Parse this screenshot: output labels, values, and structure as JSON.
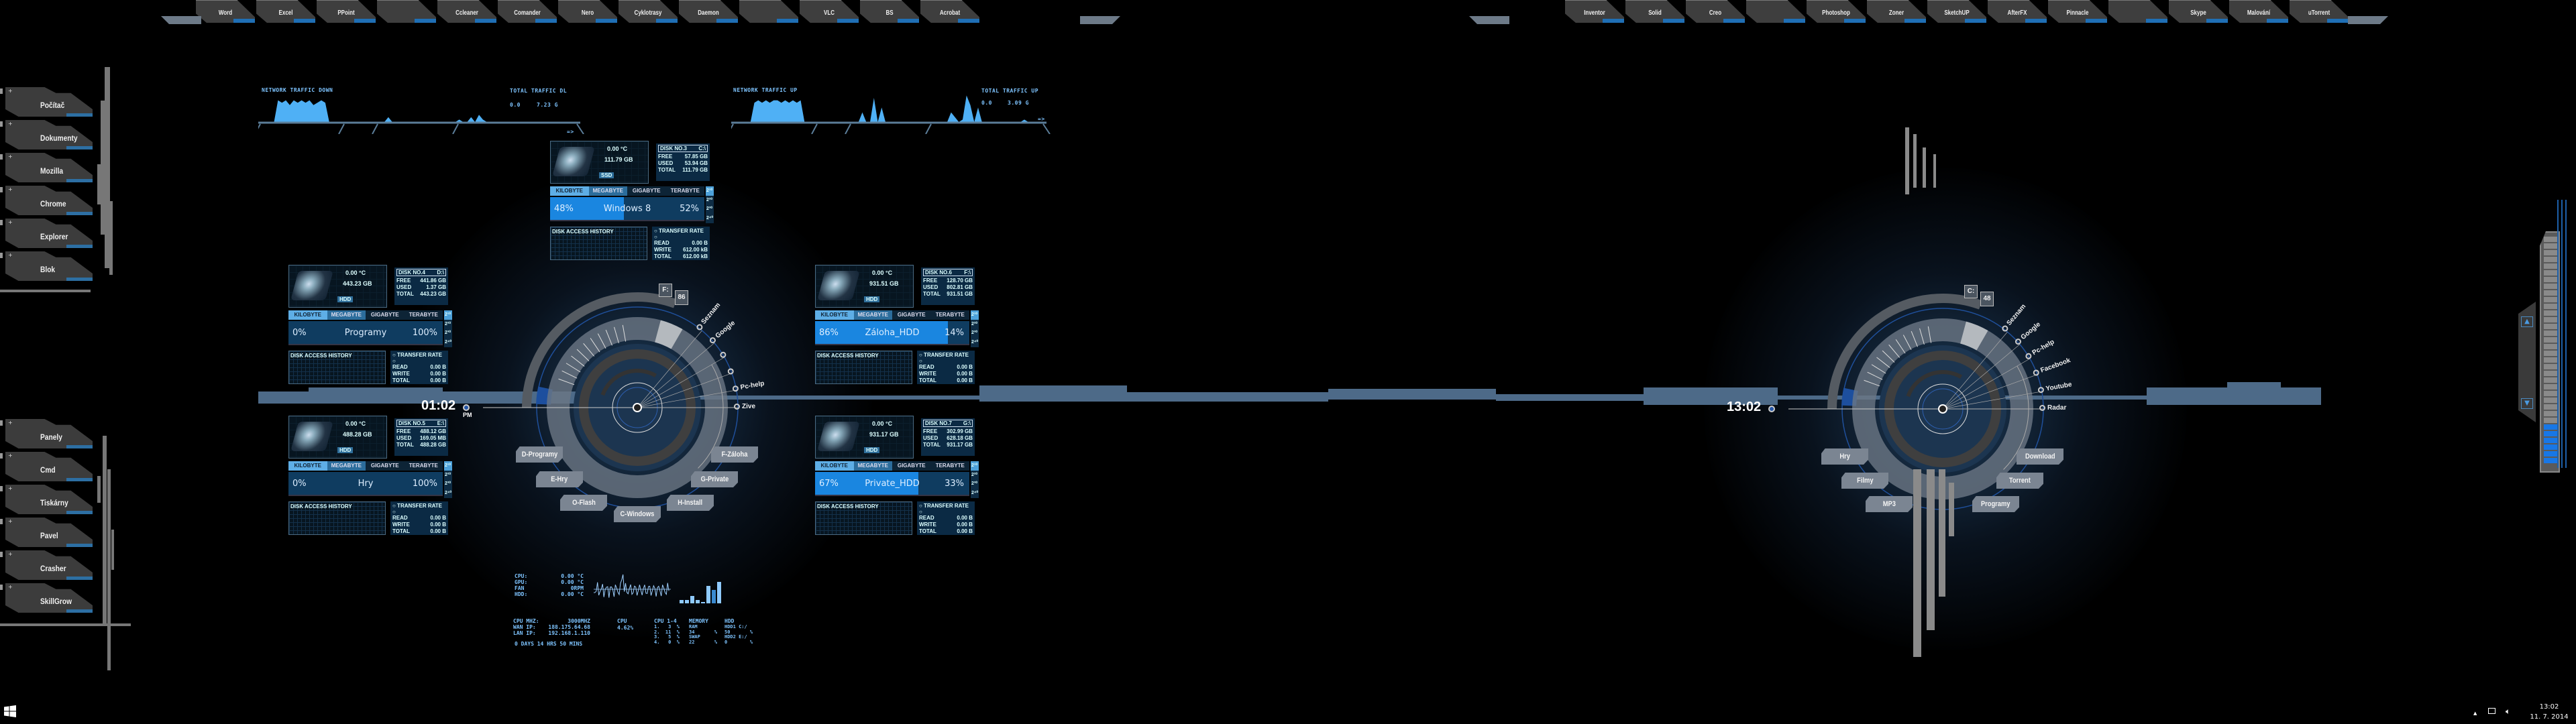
{
  "top_left_tabs": [
    "Word",
    "Excel",
    "PPoint",
    "",
    "Ccleaner",
    "Comander",
    "Nero",
    "Cyklotrasy",
    "Daemon",
    "",
    "VLC",
    "BS",
    "Acrobat"
  ],
  "top_right_tabs": [
    "Inventor",
    "Solid",
    "Creo",
    "",
    "Photoshop",
    "Zoner",
    "SketchUP",
    "AfterFX",
    "Pinnacle",
    "",
    "Skype",
    "Malování",
    "uTorrent"
  ],
  "sidebar_top": [
    "Počítač",
    "Dokumenty",
    "Mozilla",
    "Chrome",
    "Explorer",
    "Blok"
  ],
  "sidebar_bottom": [
    "Panely",
    "Cmd",
    "Tiskárny",
    "Pavel",
    "Crasher",
    "SkillGrow"
  ],
  "net_down": {
    "title": "NETWORK TRAFFIC DOWN",
    "total_label": "TOTAL TRAFFIC DL",
    "current": "0.0",
    "total": "7.23 G",
    "arrow": "=>",
    "history": [
      0,
      0,
      0,
      0,
      0,
      9,
      8,
      9,
      7,
      9,
      8,
      9,
      8,
      9,
      7,
      8,
      9,
      8,
      0,
      0,
      0,
      0,
      0,
      0,
      0,
      0,
      0,
      0,
      0,
      0,
      0,
      0,
      0,
      2,
      0,
      0,
      0,
      0,
      0,
      0,
      0,
      0,
      0,
      0,
      0,
      0,
      0,
      0,
      0,
      0,
      0,
      1,
      0,
      0,
      2,
      0,
      3,
      1,
      0,
      0,
      0,
      0,
      0,
      0,
      0,
      0,
      0,
      0,
      0,
      0,
      0,
      0,
      0,
      0,
      0,
      0,
      0,
      0,
      0,
      0
    ]
  },
  "net_up": {
    "title": "NETWORK TRAFFIC UP",
    "total_label": "TOTAL TRAFFIC UP",
    "current": "0.0",
    "total": "3.09 G",
    "arrow": "=>",
    "history": [
      0,
      0,
      0,
      0,
      0,
      0,
      8,
      9,
      8,
      9,
      8,
      9,
      9,
      8,
      9,
      8,
      9,
      8,
      9,
      0,
      0,
      0,
      0,
      0,
      0,
      0,
      0,
      0,
      0,
      0,
      0,
      0,
      0,
      0,
      4,
      0,
      0,
      10,
      0,
      6,
      0,
      0,
      0,
      0,
      0,
      0,
      0,
      0,
      0,
      0,
      0,
      0,
      0,
      0,
      0,
      0,
      0,
      4,
      2,
      0,
      1,
      11,
      7,
      0,
      6,
      0,
      0,
      0,
      0,
      0,
      0,
      0,
      0,
      0,
      0,
      0,
      1,
      0,
      0,
      0
    ]
  },
  "disk_units": [
    "KILOBYTE",
    "MEGABYTE",
    "GIGABYTE",
    "TERABYTE"
  ],
  "disk_exponents": [
    "2¹⁰",
    "2²⁰",
    "2³⁰",
    "2⁴⁰"
  ],
  "disk_labels": {
    "free": "FREE",
    "used": "USED",
    "total": "TOTAL",
    "history": "DISK ACCESS HISTORY",
    "transfer": "○ TRANSFER RATE ○",
    "read": "READ",
    "write": "WRITE"
  },
  "disks": [
    {
      "title": "DISK NO.3",
      "drive": "C:\\",
      "temp": "0.00 °C",
      "size": "111.79 GB",
      "type": "SSD",
      "free": "57.85 GB",
      "used": "53.94 GB",
      "total": "111.79 GB",
      "used_pct": "48%",
      "name": "Windows 8",
      "free_pct": "52%",
      "fill": 48,
      "read": "0.00 B",
      "write": "612.00 kB",
      "rate_total": "612.00 kB"
    },
    {
      "title": "DISK NO.4",
      "drive": "D:\\",
      "temp": "0.00 °C",
      "size": "443.23 GB",
      "type": "HDD",
      "free": "441.86 GB",
      "used": "1.37 GB",
      "total": "443.23 GB",
      "used_pct": "0%",
      "name": "Programy",
      "free_pct": "100%",
      "fill": 0,
      "read": "0.00 B",
      "write": "0.00 B",
      "rate_total": "0.00 B"
    },
    {
      "title": "DISK NO.5",
      "drive": "E:\\",
      "temp": "0.00 °C",
      "size": "488.28 GB",
      "type": "HDD",
      "free": "488.12 GB",
      "used": "169.05 MB",
      "total": "488.28 GB",
      "used_pct": "0%",
      "name": "Hry",
      "free_pct": "100%",
      "fill": 0,
      "read": "0.00 B",
      "write": "0.00 B",
      "rate_total": "0.00 B"
    },
    {
      "title": "DISK NO.6",
      "drive": "F:\\",
      "temp": "0.00 °C",
      "size": "931.51 GB",
      "type": "HDD",
      "free": "128.70 GB",
      "used": "802.81 GB",
      "total": "931.51 GB",
      "used_pct": "86%",
      "name": "Záloha_HDD",
      "free_pct": "14%",
      "fill": 86,
      "read": "0.00 B",
      "write": "0.00 B",
      "rate_total": "0.00 B"
    },
    {
      "title": "DISK NO.7",
      "drive": "G:\\",
      "temp": "0.00 °C",
      "size": "931.17 GB",
      "type": "HDD",
      "free": "302.99 GB",
      "used": "628.18 GB",
      "total": "931.17 GB",
      "used_pct": "67%",
      "name": "Private_HDD",
      "free_pct": "33%",
      "fill": 67,
      "read": "0.00 B",
      "write": "0.00 B",
      "rate_total": "0.00 B"
    }
  ],
  "left_radial": {
    "clock": "01:02",
    "ampm": "PM",
    "drive": "F:",
    "drive_value": "86",
    "links": [
      "Seznam",
      "Google",
      "",
      "",
      "Pc-help",
      "Zive"
    ],
    "buttons": [
      "D-Programy",
      "E-Hry",
      "O-Flash",
      "C-Windows",
      "H-Install",
      "G-Private",
      "F-Záloha"
    ]
  },
  "right_radial": {
    "clock": "13:02",
    "drive": "C:",
    "drive_value": "48",
    "links": [
      "Seznam",
      "Google",
      "Pc-help",
      "Facebook",
      "Youtube",
      "Radar"
    ],
    "buttons": [
      "Hry",
      "Filmy",
      "MP3",
      "Download",
      "Torrent",
      "Programy"
    ]
  },
  "system": {
    "temps": [
      [
        "CPU:",
        "0.00 °C"
      ],
      [
        "GPU:",
        "0.00 °C"
      ],
      [
        "FAN",
        "0RPM"
      ],
      [
        "HDD:",
        "0.00 °C"
      ]
    ],
    "info": [
      [
        "CPU MHZ:",
        "3000MHZ"
      ],
      [
        "WAN IP:",
        "188.175.64.68"
      ],
      [
        "LAN IP:",
        "192.168.1.110"
      ]
    ],
    "uptime": "0 DAYS 14 HRS 50 MINS",
    "cpu_label": "CPU",
    "cpu_value": "4.62%",
    "cores_label": "CPU 1-4",
    "cores": [
      "1.   3  %",
      "2.  11  %",
      "3.   5  %",
      "4.   0  %"
    ],
    "memory_label": "MEMORY",
    "memory": [
      "RAM",
      "34       %",
      "SWAP",
      "22       %"
    ],
    "hdd_label": "HDD",
    "hdd": [
      "HDD1 C:/",
      "50       %",
      "HDD2 E:/",
      "0        %"
    ],
    "bars": [
      1,
      1,
      3,
      1,
      0,
      8,
      6,
      10
    ]
  },
  "taskbar": {
    "time": "13:02",
    "date": "11. 7. 2014"
  }
}
